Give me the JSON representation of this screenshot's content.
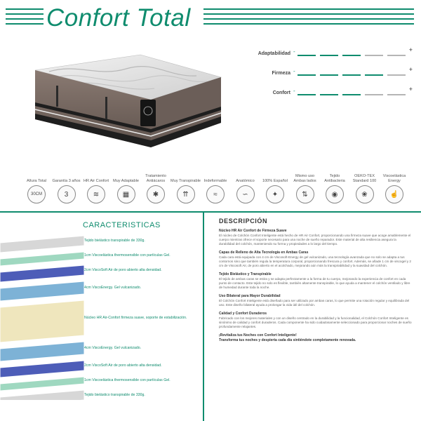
{
  "header": {
    "title": "Confort Total"
  },
  "ratings": [
    {
      "label": "Adaptabilidad",
      "min": "-",
      "max": "+",
      "level": 3,
      "total": 5
    },
    {
      "label": "Firmeza",
      "min": "-",
      "max": "+",
      "level": 4,
      "total": 5
    },
    {
      "label": "Confort",
      "min": "-",
      "max": "+",
      "level": 3,
      "total": 5
    }
  ],
  "colors": {
    "accent": "#0f8c6e",
    "inactive": "#b5b5b5"
  },
  "features": [
    {
      "label": "Altura Total",
      "icon": "height-icon",
      "glyph": "30CM"
    },
    {
      "label": "Garantía 3 años",
      "icon": "warranty-icon",
      "glyph": "3"
    },
    {
      "label": "HR Air Confort",
      "icon": "hr-air-icon",
      "glyph": "≋"
    },
    {
      "label": "Muy Adaptable",
      "icon": "adaptable-icon",
      "glyph": "▦"
    },
    {
      "label": "Tratamiento Antiácaros",
      "icon": "antimite-icon",
      "glyph": "✱"
    },
    {
      "label": "Muy Transpirable",
      "icon": "breathable-icon",
      "glyph": "⇈"
    },
    {
      "label": "Indeformable",
      "icon": "undeformable-icon",
      "glyph": "≈"
    },
    {
      "label": "Anatómico",
      "icon": "anatomic-icon",
      "glyph": "∽"
    },
    {
      "label": "100% Español",
      "icon": "spain-icon",
      "glyph": "✦"
    },
    {
      "label": "Mismo uso Ambas lados",
      "icon": "double-side-icon",
      "glyph": "⇅"
    },
    {
      "label": "Tejido Antibacteria",
      "icon": "antibacterial-icon",
      "glyph": "◉"
    },
    {
      "label": "OEKO-TEX Standard 100",
      "icon": "oekotex-icon",
      "glyph": "❀"
    },
    {
      "label": "Viscoelástica Energy",
      "icon": "viscoelastic-icon",
      "glyph": "☝"
    }
  ],
  "characteristics": {
    "title": "CARACTERISTICAS",
    "layers": [
      {
        "label": "Tejido bielástico transpirable de 330g.",
        "color": "#d7d7d7"
      },
      {
        "label": "1cm Viscoelástica thermosensible con partículas Gel.",
        "color": "#9fd8c0"
      },
      {
        "label": "2cm ViscoSoft Air de poro abierto alta densidad.",
        "color": "#4d5db8"
      },
      {
        "label": "4cm ViscoEnergy. Gel vulcanizado.",
        "color": "#7db2d6"
      },
      {
        "label": "Núcleo HR Air-Confort firmeza suave, soporte de estabilización.",
        "color": "#efe6bd"
      },
      {
        "label": "4cm ViscoEnergy. Gel vulcanizado.",
        "color": "#7db2d6"
      },
      {
        "label": "2cm ViscoSoft Air de poro abierto alta densidad.",
        "color": "#4d5db8"
      },
      {
        "label": "1cm Viscoelástica thermosensible con partículas Gel.",
        "color": "#9fd8c0"
      },
      {
        "label": "Tejido bielástico transpirable de 330g.",
        "color": "#d7d7d7"
      }
    ]
  },
  "description": {
    "title": "DESCRIPCIÓN",
    "sections": [
      {
        "heading": "Núcleo HR Air Confort de Firmeza Suave",
        "text": "El núcleo de Colchón Confort Inteligente está hecho de HR Air Confort, proporcionando una firmeza suave que acoge amablemente el cuerpo mientras ofrece el soporte necesario para una noche de sueño reparador. Este material de alta resiliencia asegura la durabilidad del colchón, manteniendo su forma y propiedades a lo largo del tiempo."
      },
      {
        "heading": "Capas de Relleno de Alta Tecnología en Ambas Caras",
        "text": "Cada cara está equipada con 4 cm de Viscosoft-Energy de gel vulcanizado, una tecnología avanzada que no solo se adapta a tus contornos sino que también regula la temperatura corporal, proporcionando frescura y confort. Además, se añade 1 cm de viscogel y 2 cm de Viscosoft Air, de poro abierto en el acolchado, mejorando aún más la transpirabilidad y la suavidad del colchón."
      },
      {
        "heading": "Tejido Bielástico y Transpirable",
        "text": "El tejido de ambas caras se estira y se adapta perfectamente a la forma de tu cuerpo, mejorando la experiencia de confort en cada punto de contacto. Este tejido no solo es flexible, también altamente transpirable, lo que ayuda a mantener el colchón ventilado y libre de humedad durante toda la noche."
      },
      {
        "heading": "Uso Bilateral para Mayor Durabilidad",
        "text": "El Colchón Confort Inteligente está diseñado para ser utilizado por ambas caras, lo que permite una rotación regular y equilibrada del uso. Este diseño bilateral ayuda a prolongar la vida útil del colchón."
      },
      {
        "heading": "Calidad y Confort Duraderos",
        "text": "Fabricado con los mejores materiales y con un diseño centrado en la durabilidad y la funcionalidad, el Colchón Confort Inteligente es sinónimo de calidad y confort duraderos. Cada componente ha sido cuidadosamente seleccionado para proporcionar noches de sueño profundamente relajantes."
      }
    ],
    "closing_1": "¡Revitaliza tus Noches con Confort Inteligente!",
    "closing_2": "Transforma tus noches y despierta cada día sintiéndote completamente renovada."
  }
}
